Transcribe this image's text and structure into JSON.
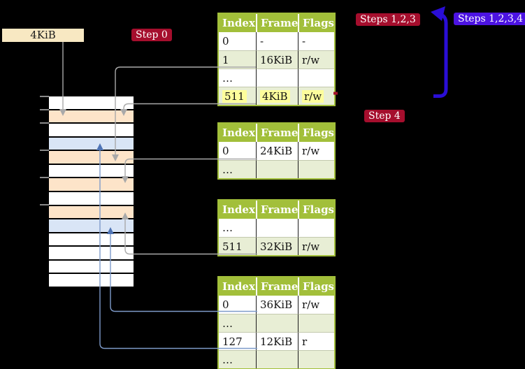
{
  "diagram": {
    "frame_label": "4KiB",
    "badges": {
      "step0": {
        "label": "Step 0"
      },
      "steps123": {
        "label": "Steps 1,2,3"
      },
      "steps1234": {
        "label": "Steps 1,2,3,4"
      },
      "step4": {
        "label": "Step 4"
      }
    },
    "tables": [
      {
        "name": "page-table-level-4",
        "headers": [
          "Index",
          "Frame",
          "Flags"
        ],
        "rows": [
          {
            "cells": [
              "0",
              "-",
              "-"
            ],
            "shaded": false,
            "highlighted": false
          },
          {
            "cells": [
              "1",
              "16KiB",
              "r/w"
            ],
            "shaded": true,
            "highlighted": false
          },
          {
            "cells": [
              "…",
              "",
              ""
            ],
            "shaded": false,
            "highlighted": false
          },
          {
            "cells": [
              "511",
              "4KiB",
              "r/w"
            ],
            "shaded": true,
            "highlighted": true
          }
        ]
      },
      {
        "name": "page-table-level-3",
        "headers": [
          "Index",
          "Frame",
          "Flags"
        ],
        "rows": [
          {
            "cells": [
              "0",
              "24KiB",
              "r/w"
            ],
            "shaded": false,
            "highlighted": false
          },
          {
            "cells": [
              "…",
              "",
              ""
            ],
            "shaded": true,
            "highlighted": false
          }
        ]
      },
      {
        "name": "page-table-level-2",
        "headers": [
          "Index",
          "Frame",
          "Flags"
        ],
        "rows": [
          {
            "cells": [
              "…",
              "",
              ""
            ],
            "shaded": false,
            "highlighted": false
          },
          {
            "cells": [
              "511",
              "32KiB",
              "r/w"
            ],
            "shaded": true,
            "highlighted": false
          }
        ]
      },
      {
        "name": "page-table-level-1",
        "headers": [
          "Index",
          "Frame",
          "Flags"
        ],
        "rows": [
          {
            "cells": [
              "0",
              "36KiB",
              "r/w"
            ],
            "shaded": false,
            "highlighted": false
          },
          {
            "cells": [
              "…",
              "",
              ""
            ],
            "shaded": true,
            "highlighted": false
          },
          {
            "cells": [
              "127",
              "12KiB",
              "r"
            ],
            "shaded": false,
            "highlighted": false
          },
          {
            "cells": [
              "…",
              "",
              ""
            ],
            "shaded": true,
            "highlighted": false
          }
        ]
      }
    ],
    "memory": {
      "rows": [
        "free",
        "page-table",
        "free",
        "mapped-frame",
        "page-table",
        "free",
        "page-table",
        "free",
        "page-table",
        "mapped-frame",
        "free",
        "free",
        "free",
        "free"
      ]
    },
    "colors": {
      "table_header_green": "#a2bf3a",
      "table_shaded_row": "#e8eed5",
      "highlight_yellow": "#fdfd9c",
      "frame_page_table": "#fde4c9",
      "frame_mapped": "#d9e5f6",
      "frame_free": "#ffffff",
      "badge_red": "#a50e2d",
      "badge_blue": "#4c13e2",
      "loop_arrow_blue": "#2a0ed6",
      "connector_gray": "#a9a9a9",
      "connector_blue": "#7e9bca",
      "connector_blue_head": "#4f74b5",
      "tick_gray": "#8a8a8a",
      "frame_label_bg": "#f8e8c2"
    }
  }
}
